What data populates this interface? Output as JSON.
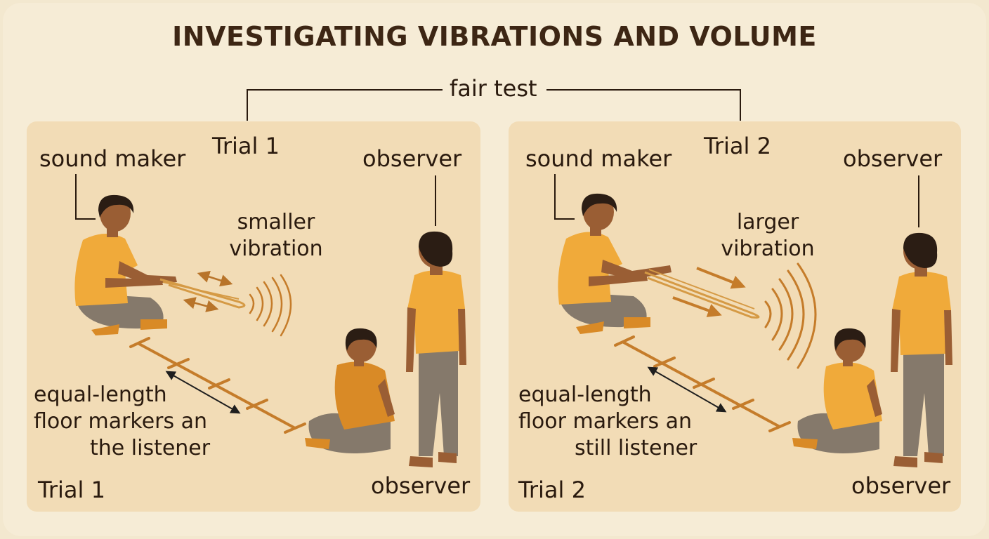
{
  "title": "INVESTIGATING VIBRATIONS AND VOLUME",
  "fair_test_label": "fair test",
  "colors": {
    "background": "#f3e8cf",
    "panel": "#f2dcb6",
    "shirt": "#f0aa3a",
    "shirt_dark": "#d98a26",
    "pants": "#85796b",
    "skin": "#9a5e34",
    "hair": "#2b1d14",
    "accent": "#c57c2a",
    "text": "#2a1a0e"
  },
  "panels": [
    {
      "trial_top": "Trial 1",
      "trial_bottom": "Trial 1",
      "sound_maker": "sound maker",
      "observer_top": "observer",
      "observer_bottom": "observer",
      "vibration_line1": "smaller",
      "vibration_line2": "vibration",
      "marker_line1": "equal-length",
      "marker_line2": "floor markers an",
      "marker_line3": "the listener"
    },
    {
      "trial_top": "Trial 2",
      "trial_bottom": "Trial 2",
      "sound_maker": "sound maker",
      "observer_top": "observer",
      "observer_bottom": "observer",
      "vibration_line1": "larger",
      "vibration_line2": "vibration",
      "marker_line1": "equal-length",
      "marker_line2": "floor markers an",
      "marker_line3": "still listener"
    }
  ]
}
